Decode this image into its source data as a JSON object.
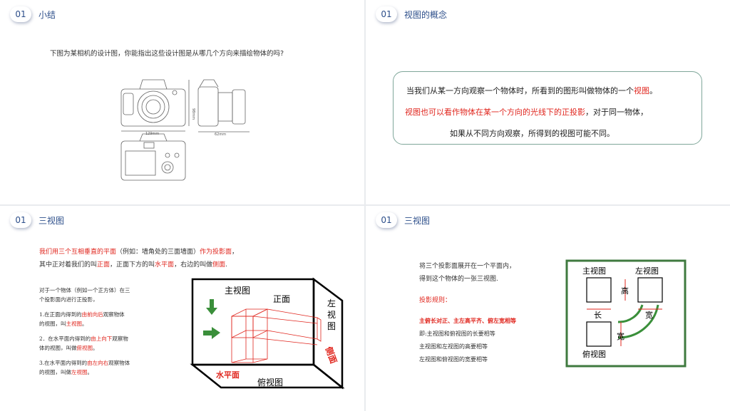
{
  "slide1": {
    "num": "01",
    "title": "小结",
    "question": "下图为某相机的设计图，你能指出这些设计图是从哪几个方向来描绘物体的吗?",
    "dim_width": "129mm",
    "dim_height": "98mm",
    "dim_depth": "62mm"
  },
  "slide2": {
    "num": "01",
    "title": "视图的概念",
    "line1_a": "当我们从某一方向观察一个物体时，所看到的图形叫做物体的一个",
    "line1_b": "视图",
    "line1_c": "。",
    "line2_a": "视图也可以看作物体在某一个方向的光线下的正投影",
    "line2_b": "，对于同一物体，",
    "line3": "如果从不同方向观察，所得到的视图可能不同。"
  },
  "slide3": {
    "num": "01",
    "title": "三视图",
    "p1_a": "我们用三个互相垂直的平面",
    "p1_b": "（例如：墙角处的三面墙面）",
    "p1_c": "作为投影面",
    "p1_d": "，",
    "p2_a": "其中正对着我们的叫",
    "p2_b": "正面",
    "p2_c": "，正面下方的叫",
    "p2_d": "水平面",
    "p2_e": "，右边的叫做",
    "p2_f": "侧面",
    "p2_g": ".",
    "n0_a": "对于一个物体（例如一个正方体）在三",
    "n0_b": "个投影面内进行正投影，",
    "n1_a": "1.在正面内得到的",
    "n1_b": "由前向后",
    "n1_c": "观察物体",
    "n1_d": "的视图，叫",
    "n1_e": "主视图",
    "n1_f": "。",
    "n2_a": "2．在水平面内得到的",
    "n2_b": "由上向下",
    "n2_c": "观察物",
    "n2_d": "体的视图，叫做",
    "n2_e": "俯视图",
    "n2_f": "。",
    "n3_a": "3.在水平面内得到的",
    "n3_b": "由左向右",
    "n3_c": "观察物体",
    "n3_d": "的视图，叫做",
    "n3_e": "左视图",
    "n3_f": "。",
    "fig_main": "主视图",
    "fig_front": "正面",
    "fig_left_1": "左",
    "fig_left_2": "视",
    "fig_left_3": "图",
    "fig_side": "侧面",
    "fig_horiz": "水平面",
    "fig_top": "俯视图"
  },
  "slide4": {
    "num": "01",
    "title": "三视图",
    "p1": "将三个投影面展开在一个平面内，",
    "p2": "得到这个物体的一张三视图.",
    "rules_title": "投影规则：",
    "rule_main": "主俯长对正、主左高平齐、俯左宽相等",
    "r1": "即:主视图和俯视图的长要相等",
    "r2": "主视图和左视图的高要相等",
    "r3": "左视图和俯视图的宽要相等",
    "d_main": "主视图",
    "d_left": "左视图",
    "d_top": "俯视图",
    "d_height": "高",
    "d_length": "长",
    "d_width1": "宽",
    "d_width2": "宽"
  },
  "colors": {
    "accent": "#2c4e8a",
    "red": "#e0261e",
    "green": "#3a8f3a",
    "frame": "#3f7a3f"
  }
}
